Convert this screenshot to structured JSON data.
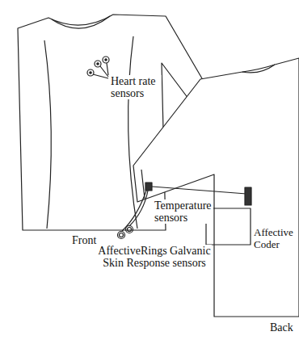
{
  "diagram": {
    "labels": [
      "Heart rate sensors",
      "Front",
      "Temperature sensors",
      "AffectiveRings Galvanic Skin Response sensors",
      "Affective Coder",
      "Back"
    ]
  }
}
